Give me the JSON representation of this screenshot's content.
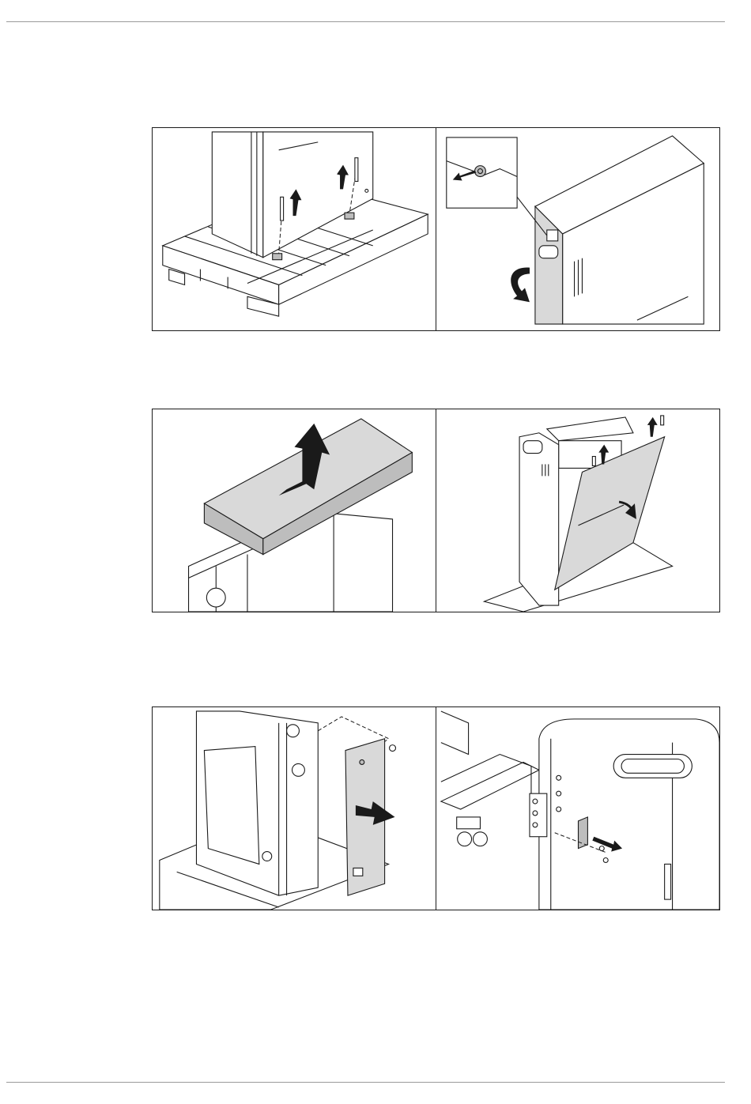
{
  "figures": [
    {
      "id": "row1",
      "panels": [
        "remove-foot-screws",
        "remove-side-trim"
      ]
    },
    {
      "id": "row2",
      "panels": [
        "lift-off-top-cover",
        "tilt-off-front-panel"
      ]
    },
    {
      "id": "row3",
      "panels": [
        "remove-side-panel",
        "remove-bracket-screws"
      ]
    }
  ],
  "icons": {
    "arrow_up": "up-arrow-icon",
    "arrow_curved": "curved-arrow-icon",
    "arrow_right": "right-arrow-icon"
  },
  "colors": {
    "line": "#1a1a1a",
    "panel_fill": "#d9d9d9",
    "rule": "#9a9a9a"
  }
}
